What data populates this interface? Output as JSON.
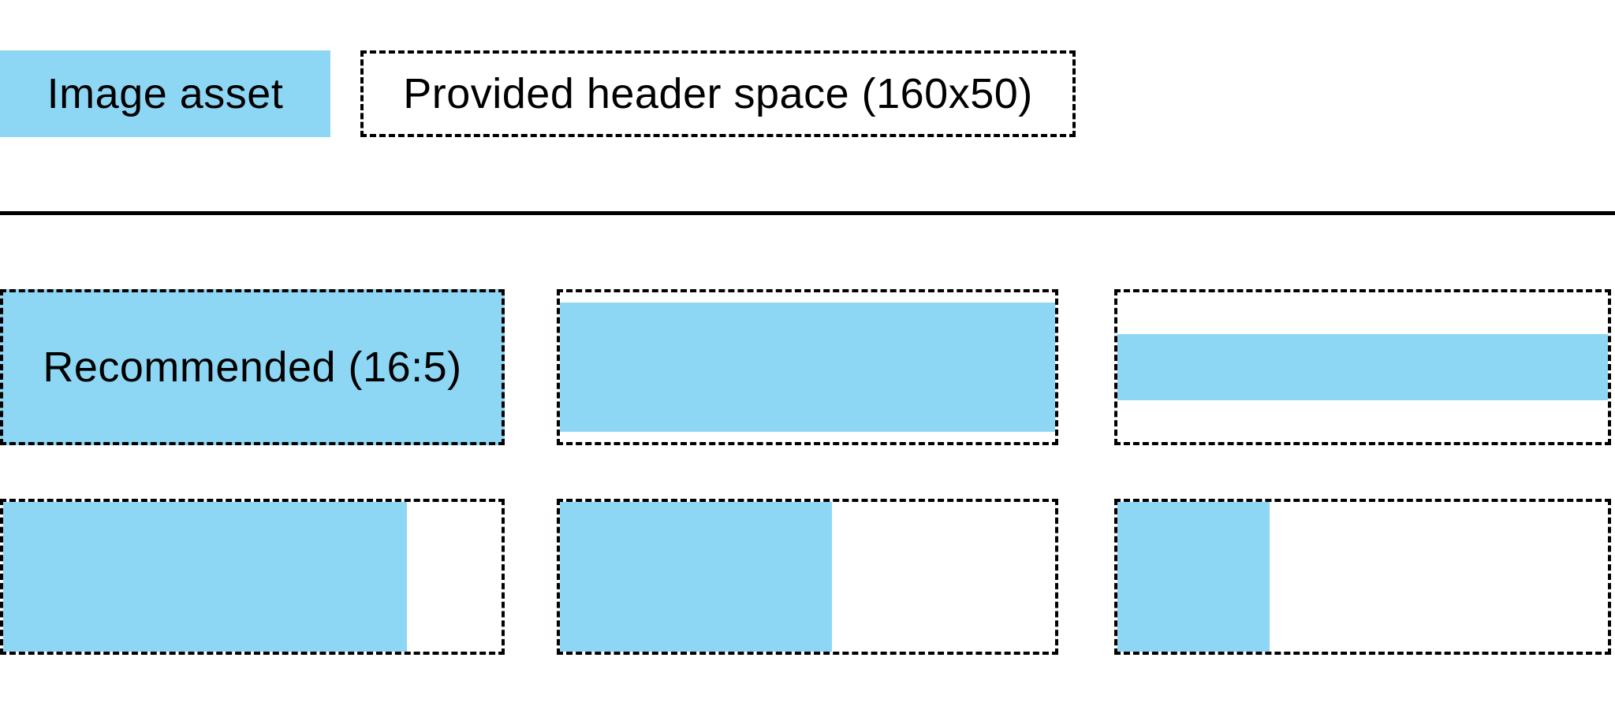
{
  "colors": {
    "image_asset_blue": "#8DD7F5",
    "border": "#000000",
    "text": "#000000",
    "background": "#FFFFFF"
  },
  "legend": {
    "image_asset_label": "Image asset",
    "header_space_label": "Provided header space (160x50)"
  },
  "examples": {
    "tiles": [
      {
        "label": "Recommended (16:5)",
        "fill": {
          "width_pct": 100,
          "height_pct": 100,
          "h_align": "left",
          "v_align": "center"
        }
      },
      {
        "label": "",
        "fill": {
          "width_pct": 100,
          "height_pct": 86,
          "h_align": "left",
          "v_align": "center"
        }
      },
      {
        "label": "",
        "fill": {
          "width_pct": 100,
          "height_pct": 44,
          "h_align": "left",
          "v_align": "center"
        }
      },
      {
        "label": "",
        "fill": {
          "width_pct": 81,
          "height_pct": 100,
          "h_align": "left",
          "v_align": "center"
        }
      },
      {
        "label": "",
        "fill": {
          "width_pct": 55,
          "height_pct": 100,
          "h_align": "left",
          "v_align": "center"
        }
      },
      {
        "label": "",
        "fill": {
          "width_pct": 31,
          "height_pct": 100,
          "h_align": "left",
          "v_align": "center"
        }
      }
    ]
  }
}
